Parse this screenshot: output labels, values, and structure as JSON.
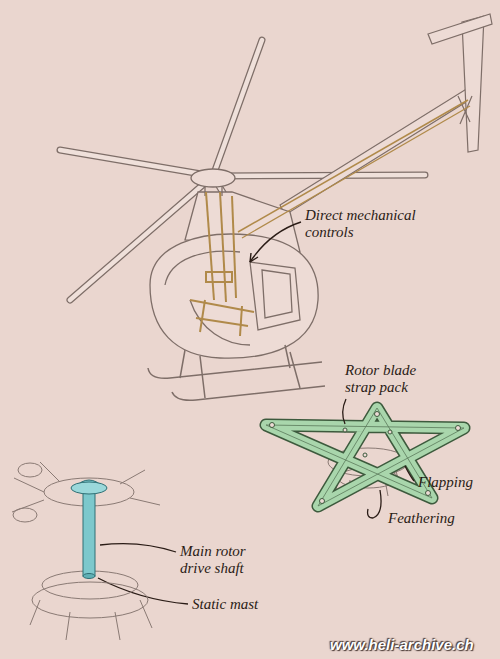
{
  "diagram": {
    "labels": [
      "Direct mechanical controls",
      "Rotor blade strap pack",
      "Flapping",
      "Feathering",
      "Main rotor drive shaft",
      "Static mast",
      "www.heli-archive.ch"
    ]
  }
}
